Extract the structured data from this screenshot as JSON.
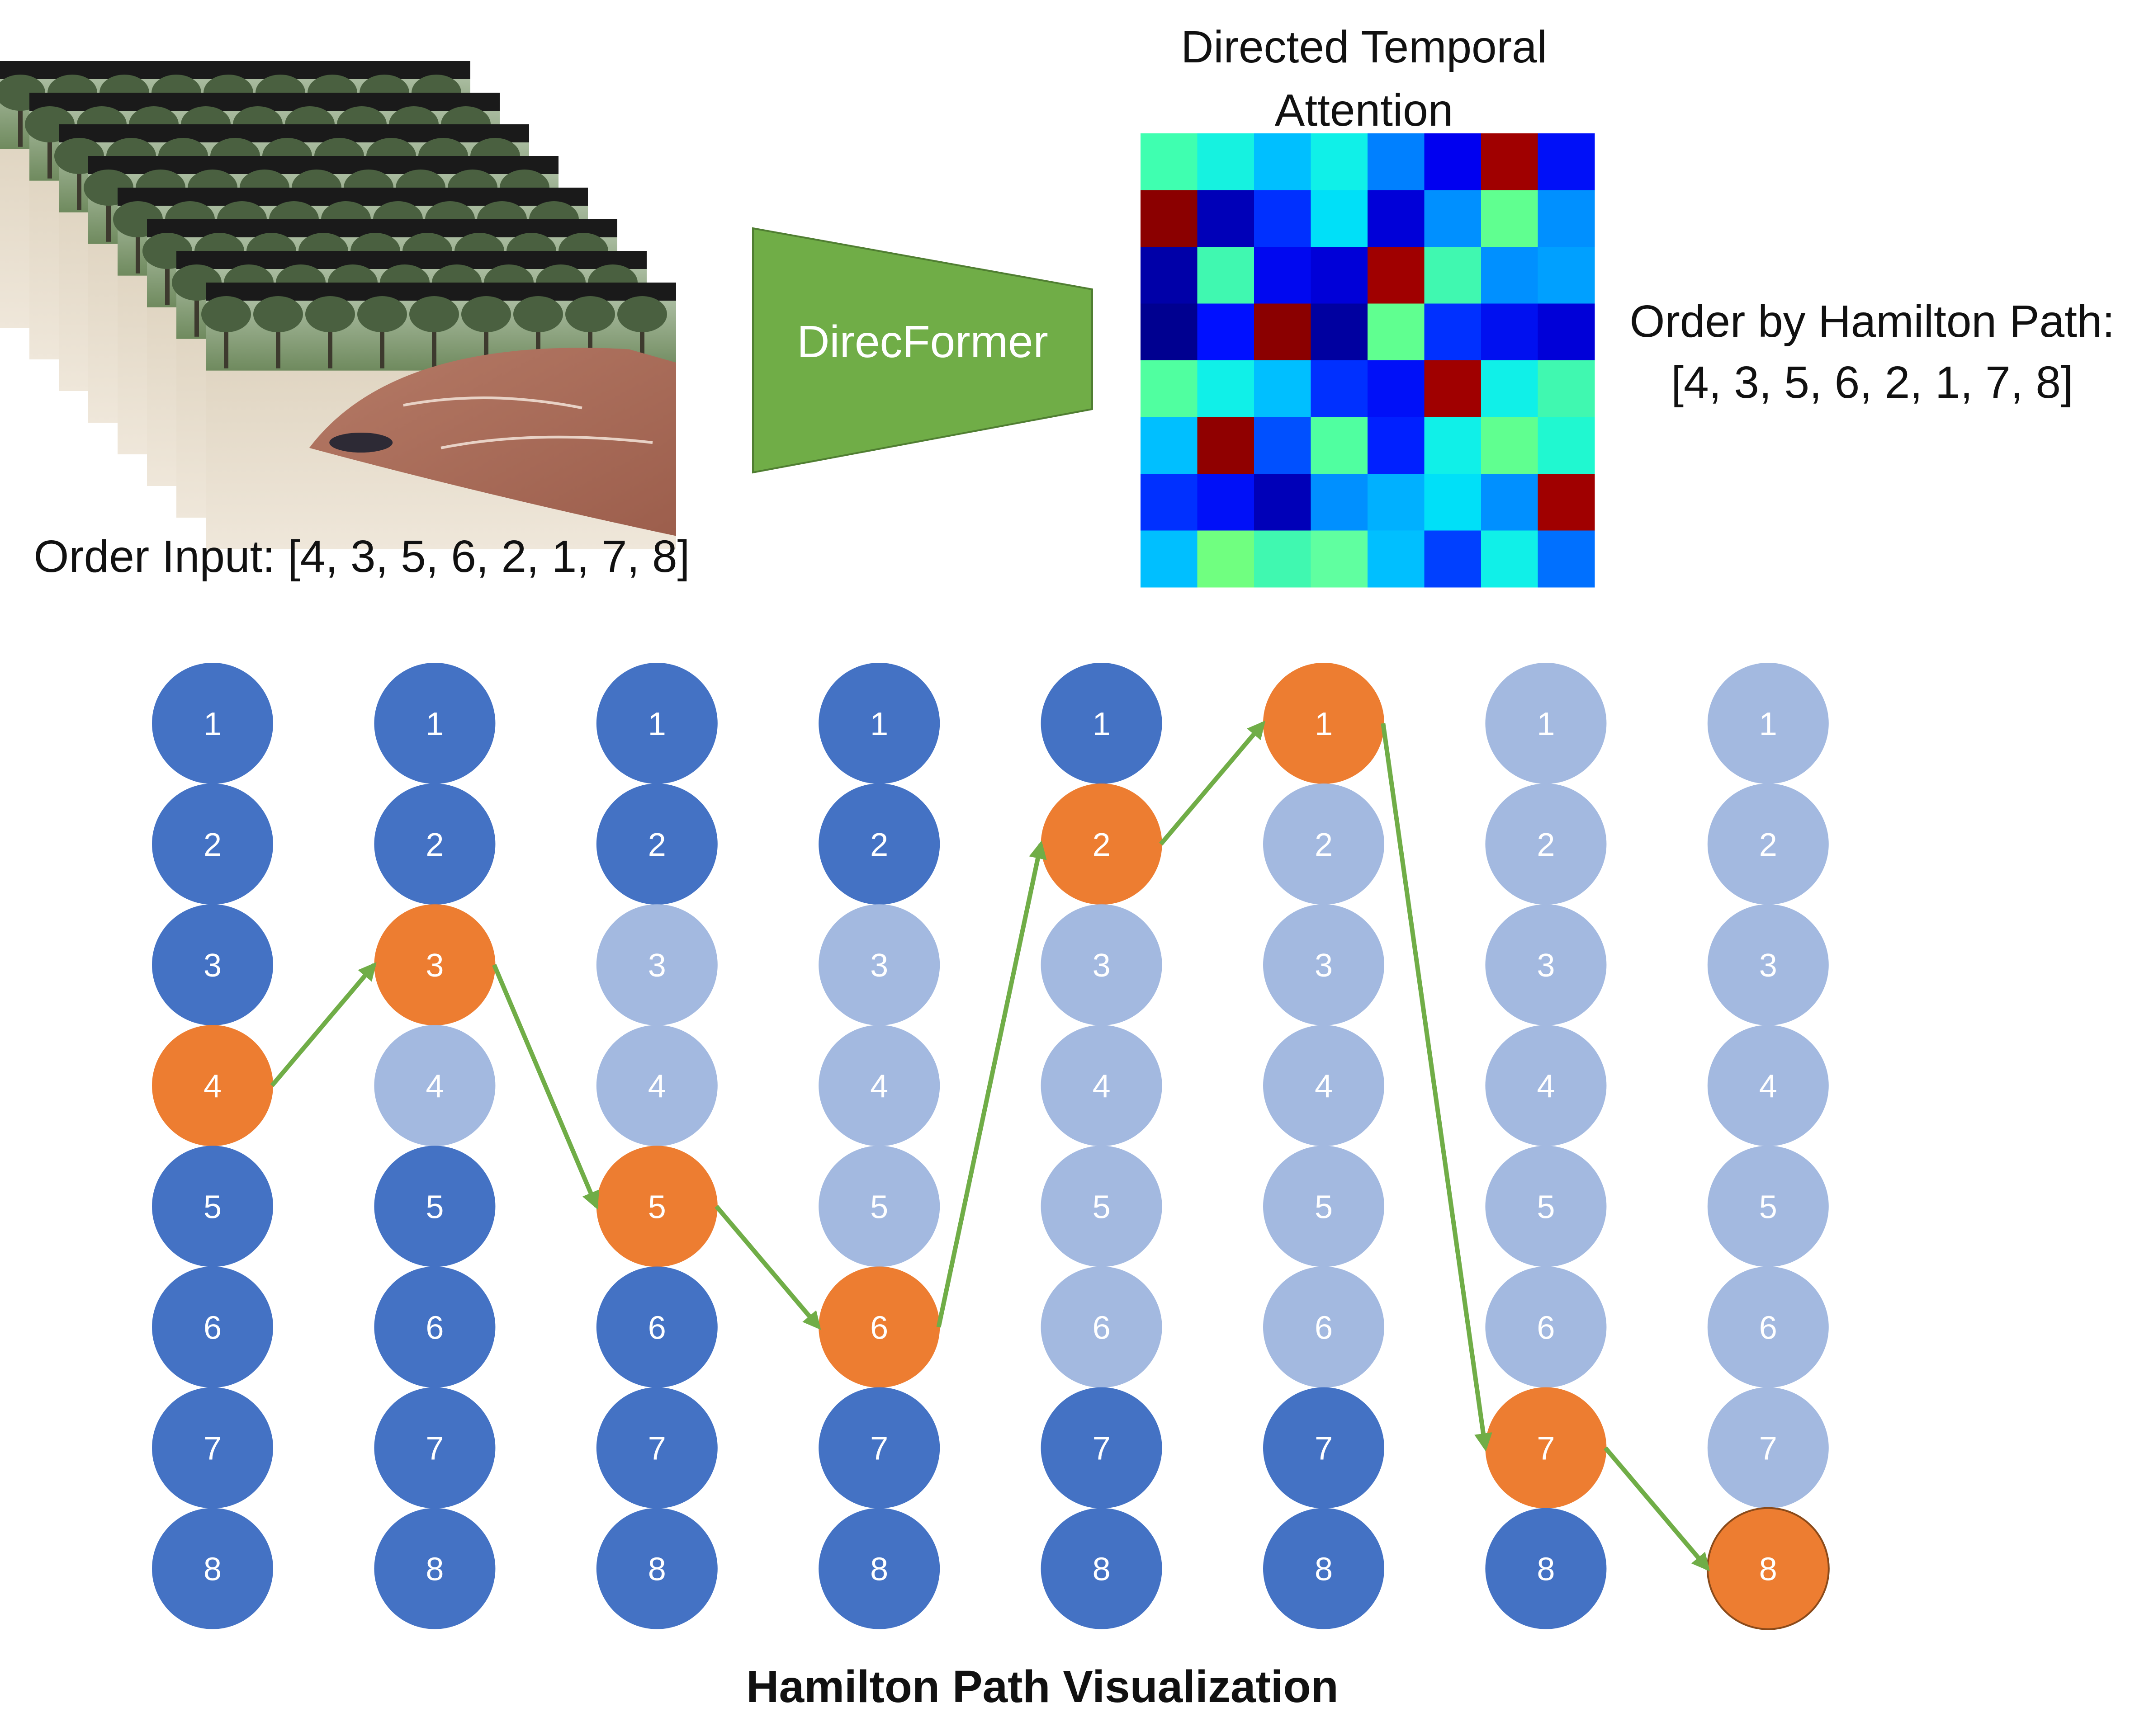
{
  "input_label": "Order Input: [4, 3, 5, 6, 2, 1, 7, 8]",
  "model_label": "DirecFormer",
  "attention_title_line1": "Directed Temporal",
  "attention_title_line2": "Attention",
  "output_label_line1": "Order by Hamilton Path:",
  "output_label_line2": "[4, 3, 5, 6, 2, 1, 7, 8]",
  "footer_title": "Hamilton Path Visualization",
  "colors": {
    "active": "#ED7D31",
    "unvisited": "#4472C4",
    "visited": "#A3B9E0",
    "arrow": "#70AD47",
    "model_fill": "#70AD47",
    "model_stroke": "#507E32"
  },
  "node_labels": [
    "1",
    "2",
    "3",
    "4",
    "5",
    "6",
    "7",
    "8"
  ],
  "path_order": [
    4,
    3,
    5,
    6,
    2,
    1,
    7,
    8
  ],
  "attention_matrix": [
    [
      "#3FFFB0",
      "#16F2E0",
      "#00BFFF",
      "#10F0E8",
      "#0080FF",
      "#0000F0",
      "#A00000",
      "#0010F8"
    ],
    [
      "#8B0000",
      "#0000B8",
      "#0030FF",
      "#00E0F8",
      "#0000D8",
      "#0090FF",
      "#60FF90",
      "#0090FF"
    ],
    [
      "#0000A8",
      "#40F8B0",
      "#0008F0",
      "#0000D8",
      "#A00000",
      "#40F8B0",
      "#0090FF",
      "#00A0FF"
    ],
    [
      "#000090",
      "#0010FF",
      "#8B0000",
      "#0000A0",
      "#60FF90",
      "#0030FF",
      "#0010F0",
      "#0000D8"
    ],
    [
      "#50FFA0",
      "#10F0E8",
      "#00BFFF",
      "#0030FF",
      "#0010F8",
      "#A00000",
      "#10F0E8",
      "#40F8B0"
    ],
    [
      "#00BFFF",
      "#900000",
      "#0050FF",
      "#50FFA0",
      "#0020FF",
      "#10F0E8",
      "#60FF90",
      "#20F8D0"
    ],
    [
      "#0030FF",
      "#0010F8",
      "#0000B8",
      "#0090FF",
      "#00B0FF",
      "#00E0F8",
      "#0090FF",
      "#A00000"
    ],
    [
      "#00BFFF",
      "#70FF80",
      "#40F8B0",
      "#60FFA0",
      "#00BFFF",
      "#0040FF",
      "#10F0E8",
      "#0070FF"
    ]
  ]
}
